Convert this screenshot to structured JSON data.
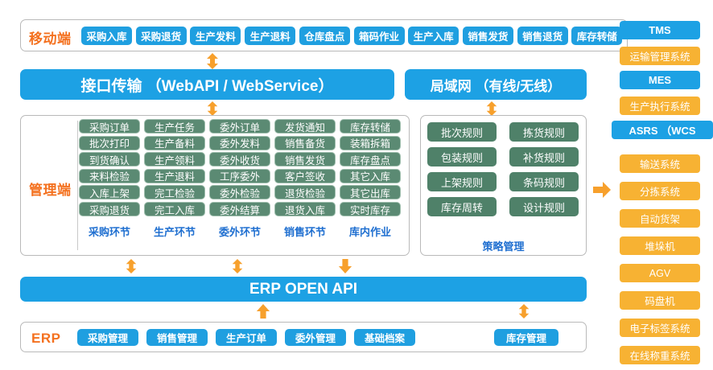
{
  "mobile": {
    "label": "移动端",
    "buttons": [
      "采购入库",
      "采购退货",
      "生产发料",
      "生产退料",
      "仓库盘点",
      "箱码作业",
      "生产入库",
      "销售发货",
      "销售退货",
      "库存转储"
    ]
  },
  "bands": {
    "interface": "接口传输 （WebAPI / WebService）",
    "lan": "局域网 （有线/无线）",
    "open_api": "ERP OPEN API"
  },
  "management": {
    "label": "管理端",
    "columns": [
      {
        "title": "采购环节",
        "items": [
          "采购订单",
          "批次打印",
          "到货确认",
          "来料检验",
          "入库上架",
          "采购退货"
        ]
      },
      {
        "title": "生产环节",
        "items": [
          "生产任务",
          "生产备料",
          "生产领料",
          "生产退料",
          "完工检验",
          "完工入库"
        ]
      },
      {
        "title": "委外环节",
        "items": [
          "委外订单",
          "委外发料",
          "委外收货",
          "工序委外",
          "委外检验",
          "委外结算"
        ]
      },
      {
        "title": "销售环节",
        "items": [
          "发货通知",
          "销售备货",
          "销售发货",
          "客户签收",
          "退货检验",
          "退货入库"
        ]
      },
      {
        "title": "库内作业",
        "items": [
          "库存转储",
          "装箱拆箱",
          "库存盘点",
          "其它入库",
          "其它出库",
          "实时库存"
        ]
      }
    ]
  },
  "strategy": {
    "title": "策略管理",
    "items": [
      "批次规则",
      "拣货规则",
      "包装规则",
      "补货规则",
      "上架规则",
      "条码规则",
      "库存周转",
      "设计规则"
    ]
  },
  "erp": {
    "label": "ERP",
    "buttons": [
      "采购管理",
      "销售管理",
      "生产订单",
      "委外管理",
      "基础档案"
    ],
    "right_button": "库存管理"
  },
  "sidebar": {
    "items": [
      {
        "label": "TMS",
        "style": "sky"
      },
      {
        "label": "运输管理系统",
        "style": "orange"
      },
      {
        "label": "MES",
        "style": "sky"
      },
      {
        "label": "生产执行系统",
        "style": "orange"
      },
      {
        "label": "ASRS  （WCS",
        "style": "sky"
      },
      {
        "label": "输送系统",
        "style": "orange"
      },
      {
        "label": "分拣系统",
        "style": "orange"
      },
      {
        "label": "自动货架",
        "style": "orange"
      },
      {
        "label": "堆垛机",
        "style": "orange"
      },
      {
        "label": "AGV",
        "style": "orange"
      },
      {
        "label": "码盘机",
        "style": "orange"
      },
      {
        "label": "电子标签系统",
        "style": "orange"
      },
      {
        "label": "在线称重系统",
        "style": "orange"
      }
    ]
  },
  "colors": {
    "blue": "#1da1e4",
    "button_blue": "#1f9fe0",
    "green": "#5b8a73",
    "orange": "#f7b233",
    "accent_orange": "#f4711f",
    "title_blue": "#1f6fd0",
    "border_gray": "#b9b9b9"
  },
  "icons": {
    "double_arrow": "double-arrow-vertical-icon",
    "down_arrow": "arrow-down-icon",
    "up_arrow": "arrow-up-icon",
    "right_arrow": "arrow-right-icon"
  }
}
